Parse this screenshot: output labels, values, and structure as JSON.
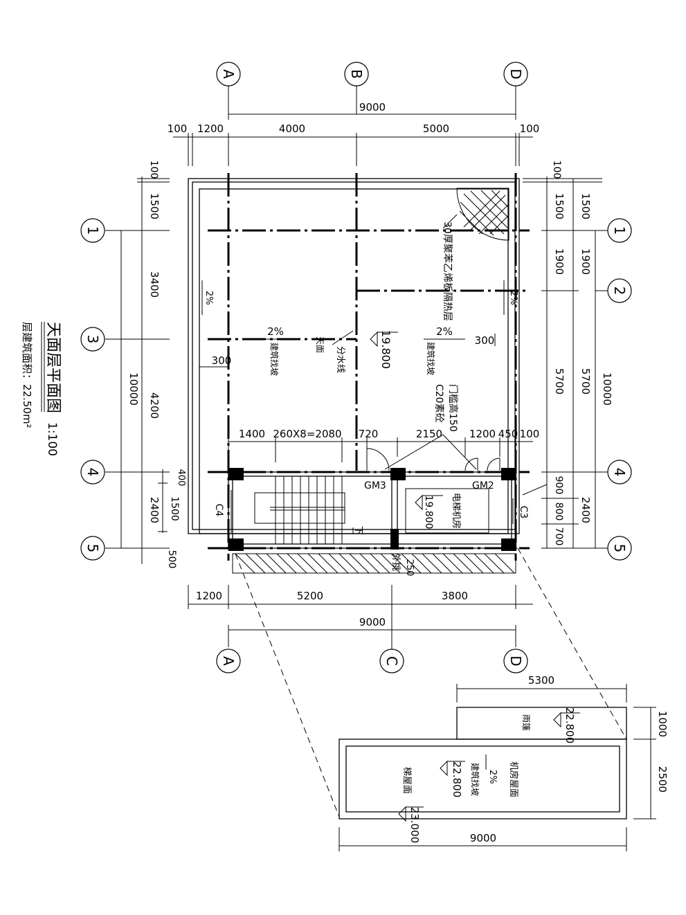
{
  "title": {
    "main": "天面层平面图",
    "scale": "1:100",
    "area": "层建筑面积：22.50m²"
  },
  "axes": {
    "top": [
      "A",
      "B",
      "D"
    ],
    "bottom": [
      "A",
      "C",
      "D"
    ],
    "left": [
      "1",
      "3",
      "4",
      "5"
    ],
    "right": [
      "1",
      "2",
      "4",
      "5"
    ]
  },
  "dims": {
    "top_total": "9000",
    "top_100_left": "100",
    "top_1200": "1200",
    "top_4000": "4000",
    "top_5000": "5000",
    "top_100_right": "100",
    "left_100": "100",
    "left_1500": "1500",
    "left_3400": "3400",
    "left_10000": "10000",
    "left_4200": "4200",
    "left_400": "400",
    "left_2400": "2400",
    "left_1500b": "1500",
    "left_500": "500",
    "right_100": "100",
    "right_1500a": "1500",
    "right_1500b": "1500",
    "right_1900a": "1900",
    "right_1900b": "1900",
    "right_5700a": "5700",
    "right_5700b": "5700",
    "right_10000": "10000",
    "right_900": "900",
    "right_800": "800",
    "right_700": "700",
    "right_2400": "2400",
    "bot_1200": "1200",
    "bot_5200": "5200",
    "bot_3800": "3800",
    "bot_total": "9000",
    "mid_1400": "1400",
    "mid_stair": "260X8=2080",
    "mid_720": "720",
    "mid_2150": "2150",
    "mid_1200": "1200",
    "mid_450": "450",
    "mid_100": "100",
    "mid_300_left": "300",
    "mid_300_right": "300",
    "ins_5300": "5300",
    "ins_1000": "1000",
    "ins_2500": "2500",
    "ins_9000": "9000",
    "dim_250": "250"
  },
  "labels": {
    "insulation": "30厚聚苯乙烯板隔热层",
    "slope_2pct_left": "2%",
    "slope_2pct_right": "2%",
    "slope_2pct_edge_left": "2%",
    "slope_2pct_edge_right": "2%",
    "slope_2pct_a": "2%",
    "slope_2pct_b": "2%",
    "jianzhu_zhaopo_a": "建筑找坡",
    "jianzhu_zhaopo_b": "建筑找坡",
    "tianmian": "天面",
    "fenshuixian": "分水线",
    "elev_main": "19.800",
    "door_sill": "门槛高150",
    "c20": "C20素砼",
    "gm3": "GM3",
    "gm2": "GM2",
    "c4": "C4",
    "c3": "C3",
    "stair_down": "下",
    "lift_room": "电梯机房",
    "elev_lift": "19.800",
    "bot_note": "外挑",
    "yupeng": "雨篷",
    "elev_yupeng": "22.800",
    "jifang_wumian": "机房屋面",
    "louti_wumian": "梯屋面",
    "jianzhu_zhaopo_c": "建筑找坡",
    "slope_2pct_c": "2%",
    "elev_roof": "22.800",
    "elev_top": "23.000"
  }
}
